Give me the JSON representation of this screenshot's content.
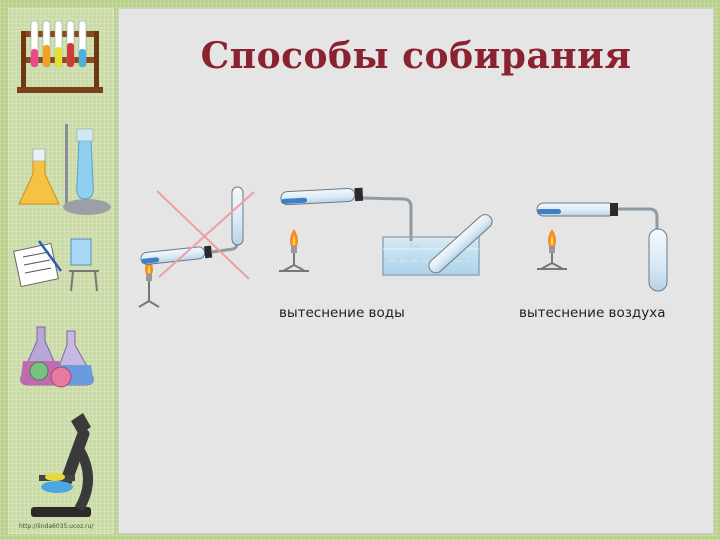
{
  "slide": {
    "title": "Способы собирания",
    "captions": {
      "water": "вытеснение воды",
      "air": "вытеснение воздуха"
    },
    "footer_url": "http://linda6035.ucoz.ru/"
  },
  "colors": {
    "title": "#8b2230",
    "background_green": "#b9d08a",
    "panel_gray": "#e4e5e4",
    "cross_red": "#f0a0a0"
  },
  "icons": [
    "test-tube-rack-icon",
    "flask-stand-icon",
    "notebook-icon",
    "beaker-icon",
    "flasks-icon",
    "microscope-icon"
  ]
}
